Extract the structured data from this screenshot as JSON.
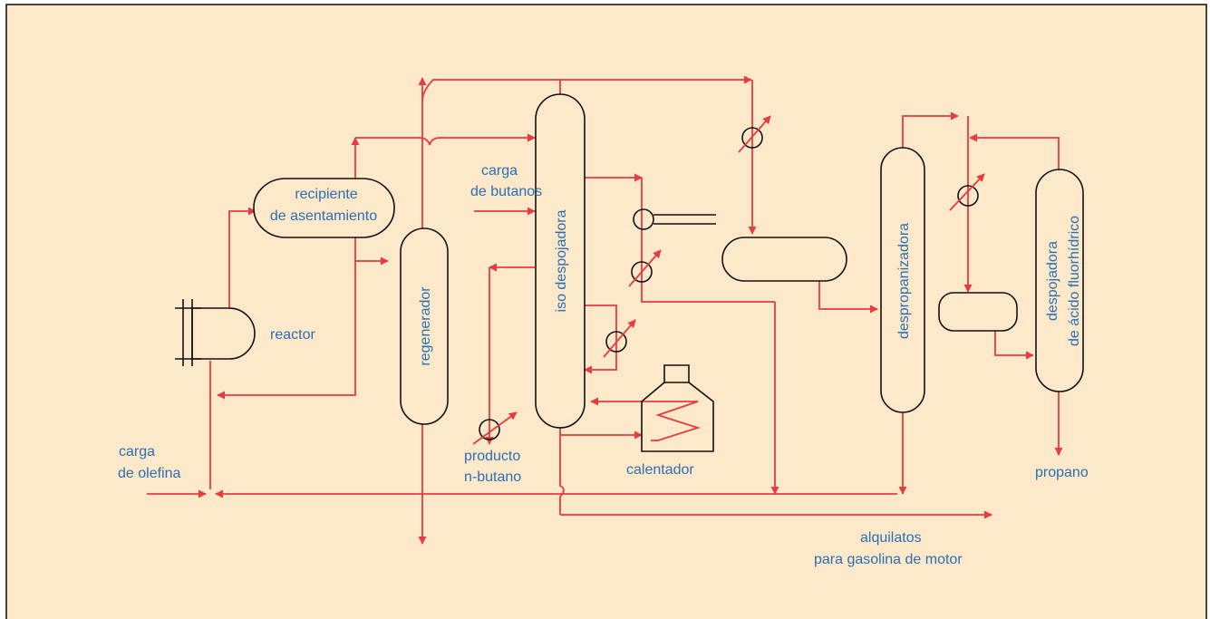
{
  "colors": {
    "background": "#fde9c9",
    "flow_lines": "#e83a3f",
    "equipment_outline": "#111111",
    "label_text": "#2a6fb6"
  },
  "labels": {
    "recipiente_1": "recipiente",
    "recipiente_2": "de asentamiento",
    "reactor": "reactor",
    "regenerador": "regenerador",
    "iso_despojadora": "iso despojadora",
    "carga_butanos_1": "carga",
    "carga_butanos_2": "de butanos",
    "carga_olefina_1": "carga",
    "carga_olefina_2": "de olefina",
    "producto_1": "producto",
    "producto_2": "n-butano",
    "calentador": "calentador",
    "despropanizadora": "despropanizadora",
    "despojadora_1": "despojadora",
    "despojadora_2": "de ácido fluorhídrico",
    "propano": "propano",
    "alquilatos_1": "alquilatos",
    "alquilatos_2": "para gasolina de motor"
  }
}
